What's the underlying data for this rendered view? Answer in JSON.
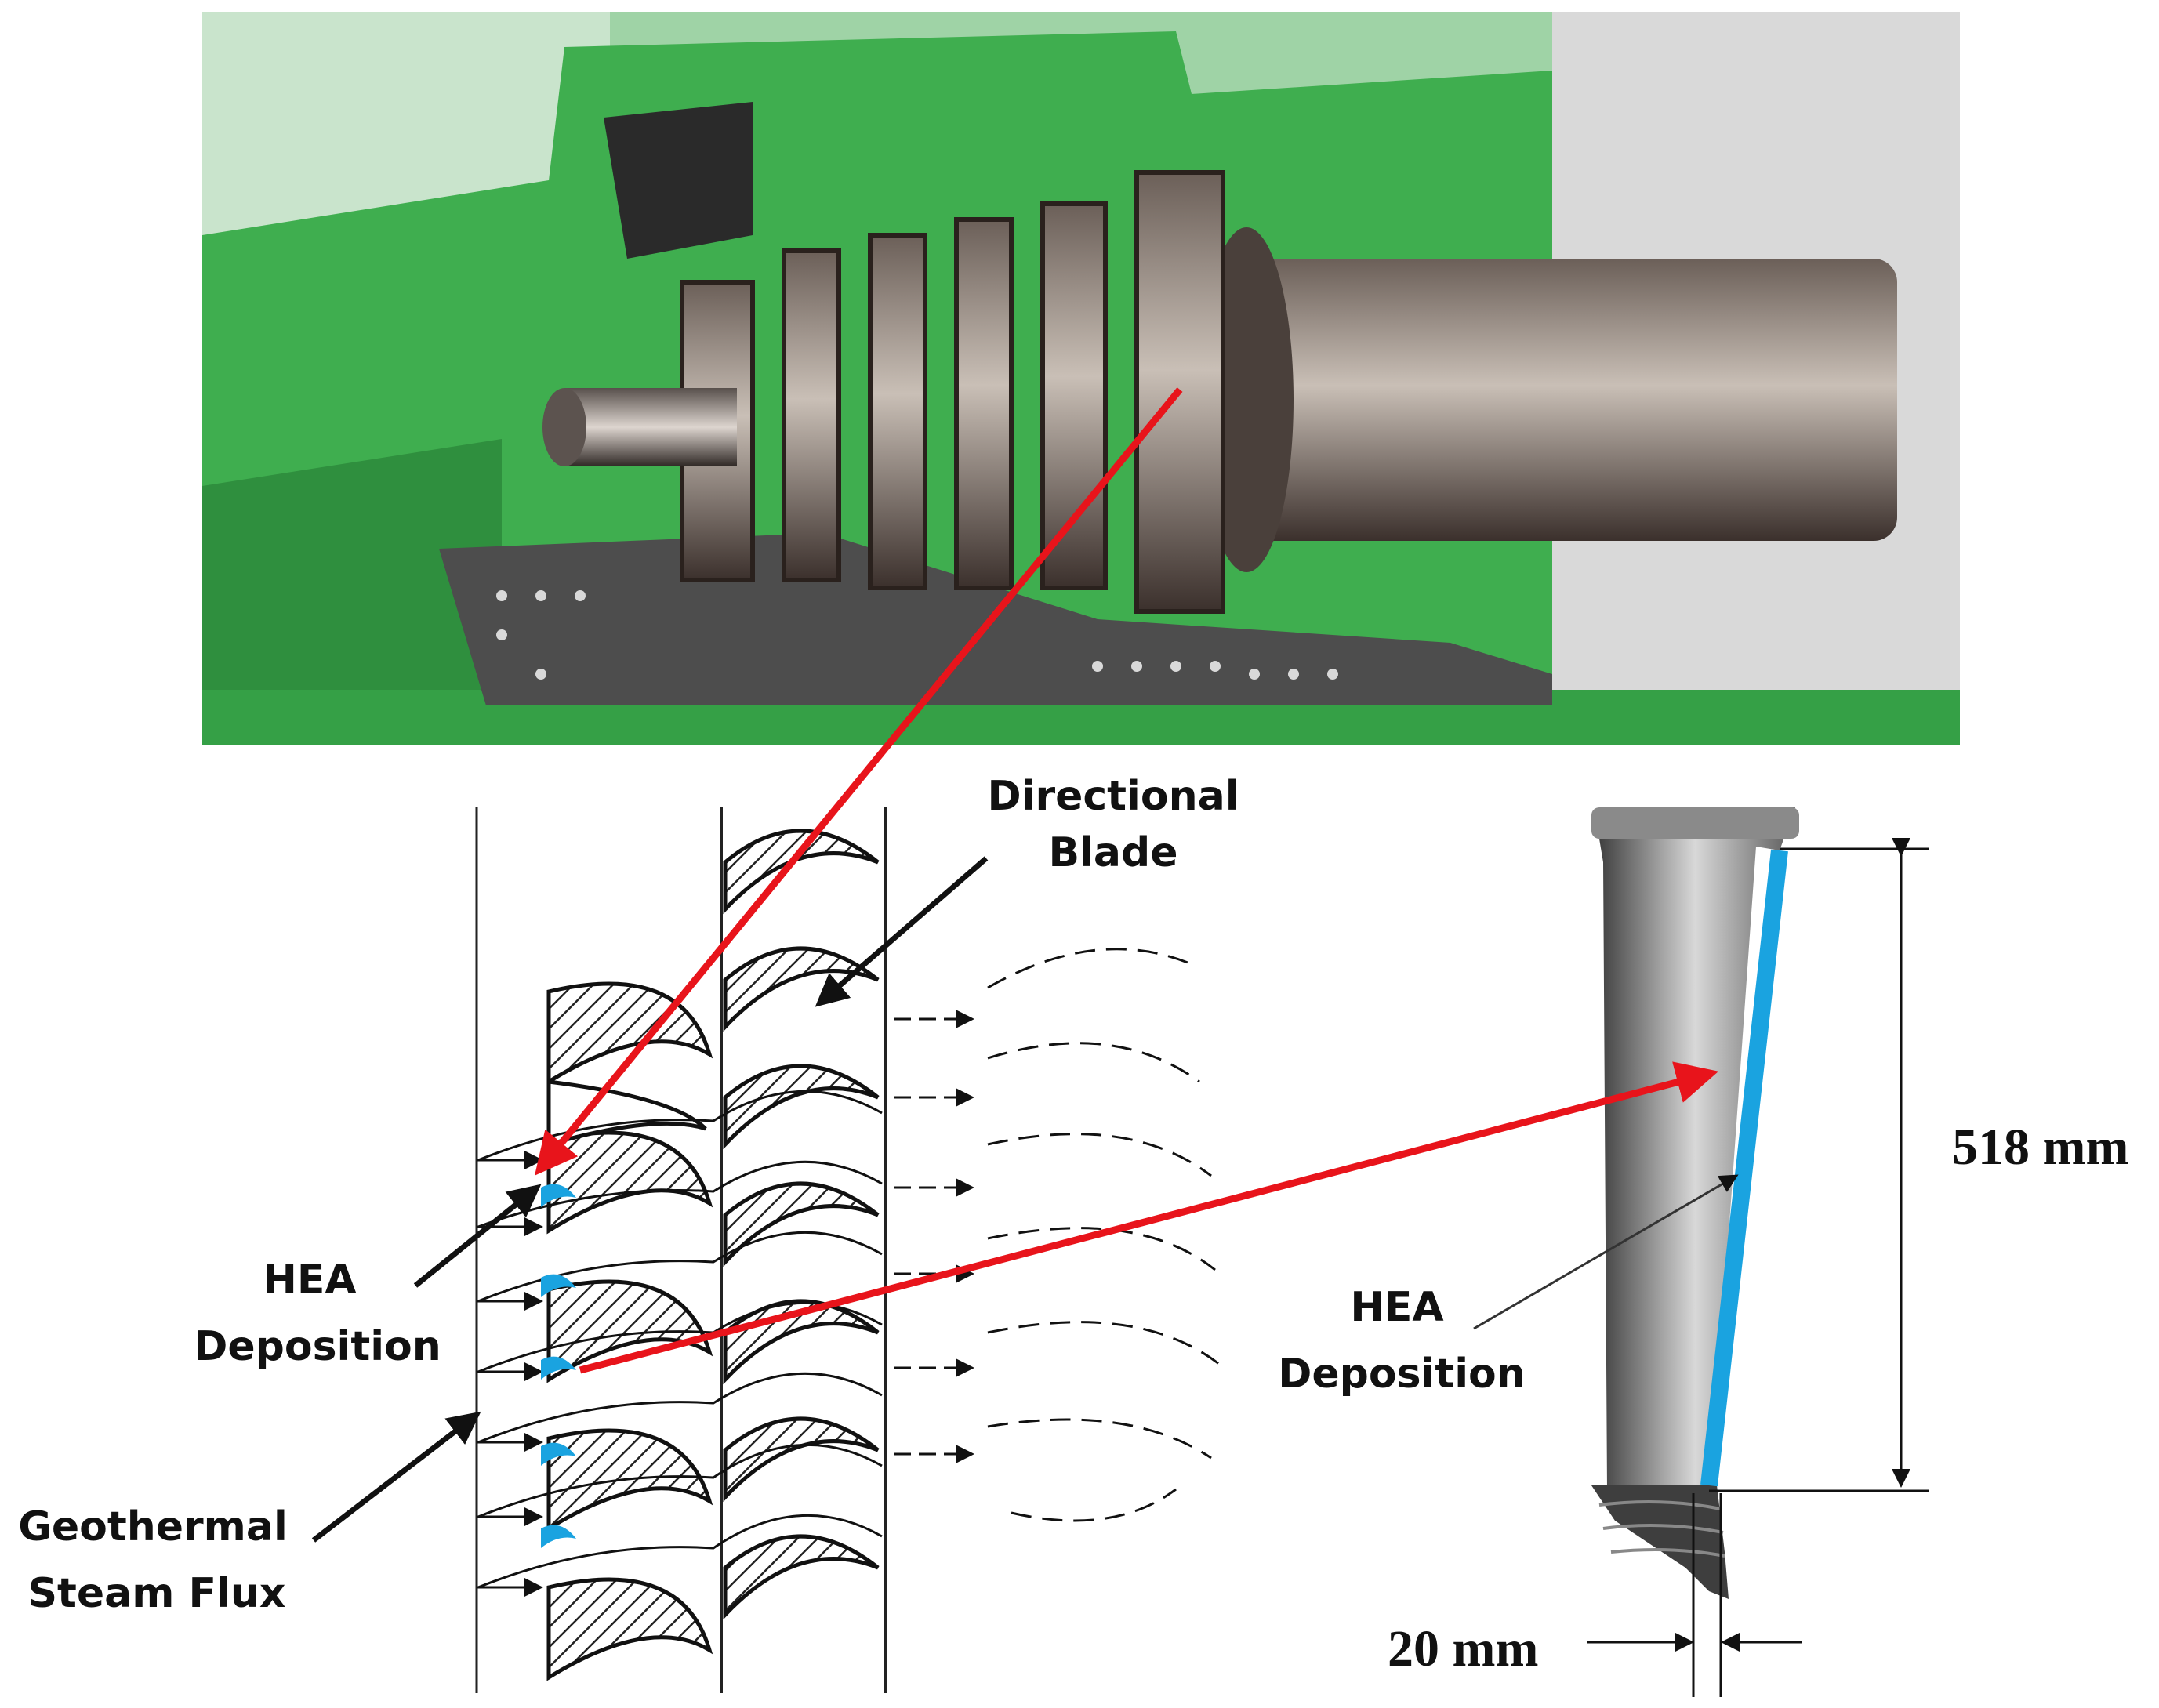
{
  "labels": {
    "directional_blade": [
      "Directional",
      "Blade"
    ],
    "hea_deposition_left": [
      "HEA",
      "Deposition"
    ],
    "geothermal_steam_flux": [
      "Geothermal",
      "Steam Flux"
    ],
    "hea_deposition_right": [
      "HEA",
      "Deposition"
    ],
    "blade_length": "518 mm",
    "blade_width": "20 mm"
  },
  "colors": {
    "callout_arrow": "#e8141b",
    "hea_coating": "#1aa3e0",
    "turbine_frame": "#3fae4f",
    "leader_arrow": "#111111"
  }
}
